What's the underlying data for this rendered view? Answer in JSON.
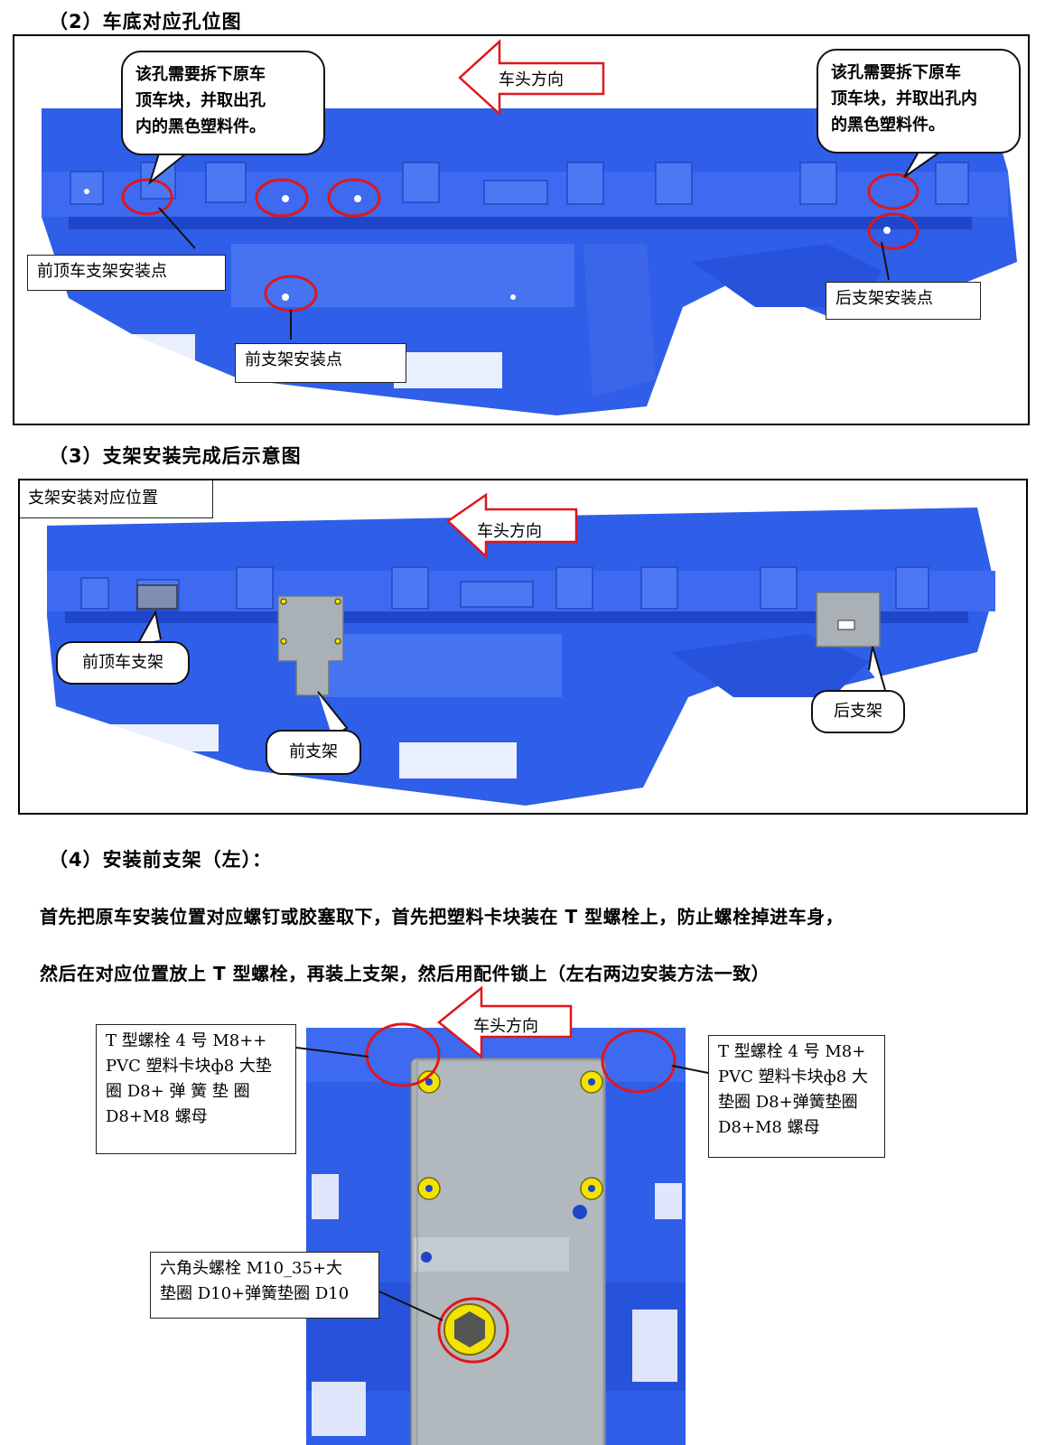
{
  "sections": {
    "s2": {
      "heading": "（2）车底对应孔位图",
      "direction_label": "车头方向",
      "callout_left": [
        "该孔需要拆下原车",
        "顶车块，并取出孔",
        "内的黑色塑料件。"
      ],
      "callout_right": [
        "该孔需要拆下原车",
        "顶车块，并取出孔内",
        "的黑色塑料件。"
      ],
      "label_front_roof_mount": "前顶车支架安装点",
      "label_rear_mount": "后支架安装点",
      "label_front_mount": "前支架安装点"
    },
    "s3": {
      "heading": "（3）支架安装完成后示意图",
      "corner_label": "支架安装对应位置",
      "direction_label": "车头方向",
      "label_front_roof_bracket": "前顶车支架",
      "label_front_bracket": "前支架",
      "label_rear_bracket": "后支架"
    },
    "s4": {
      "heading": "（4）安装前支架（左）：",
      "para1": "首先把原车安装位置对应螺钉或胶塞取下，首先把塑料卡块装在 T 型螺栓上，防止螺栓掉进车身，",
      "para2": "然后在对应位置放上 T 型螺栓，再装上支架，然后用配件锁上（左右两边安装方法一致）",
      "direction_label": "车头方向",
      "callout_left": [
        "T 型螺栓 4 号 M8++",
        "PVC 塑料卡块ф8 大垫",
        "圈  D8+ 弹 簧 垫 圈",
        "D8+M8 螺母"
      ],
      "callout_right": [
        "T 型螺栓 4 号 M8+",
        "PVC 塑料卡块ф8 大",
        "垫圈 D8+弹簧垫圈",
        "D8+M8 螺母"
      ],
      "callout_bottom": [
        "六角头螺栓 M10_35+大",
        "垫圈 D10+弹簧垫圈 D10"
      ]
    }
  },
  "colors": {
    "body_blue": "#2f5ee8",
    "body_blue_dark": "#1f45c8",
    "highlight_red": "#e0161a",
    "bracket_gray": "#a9b0b6",
    "bolt_yellow": "#f2e400"
  }
}
